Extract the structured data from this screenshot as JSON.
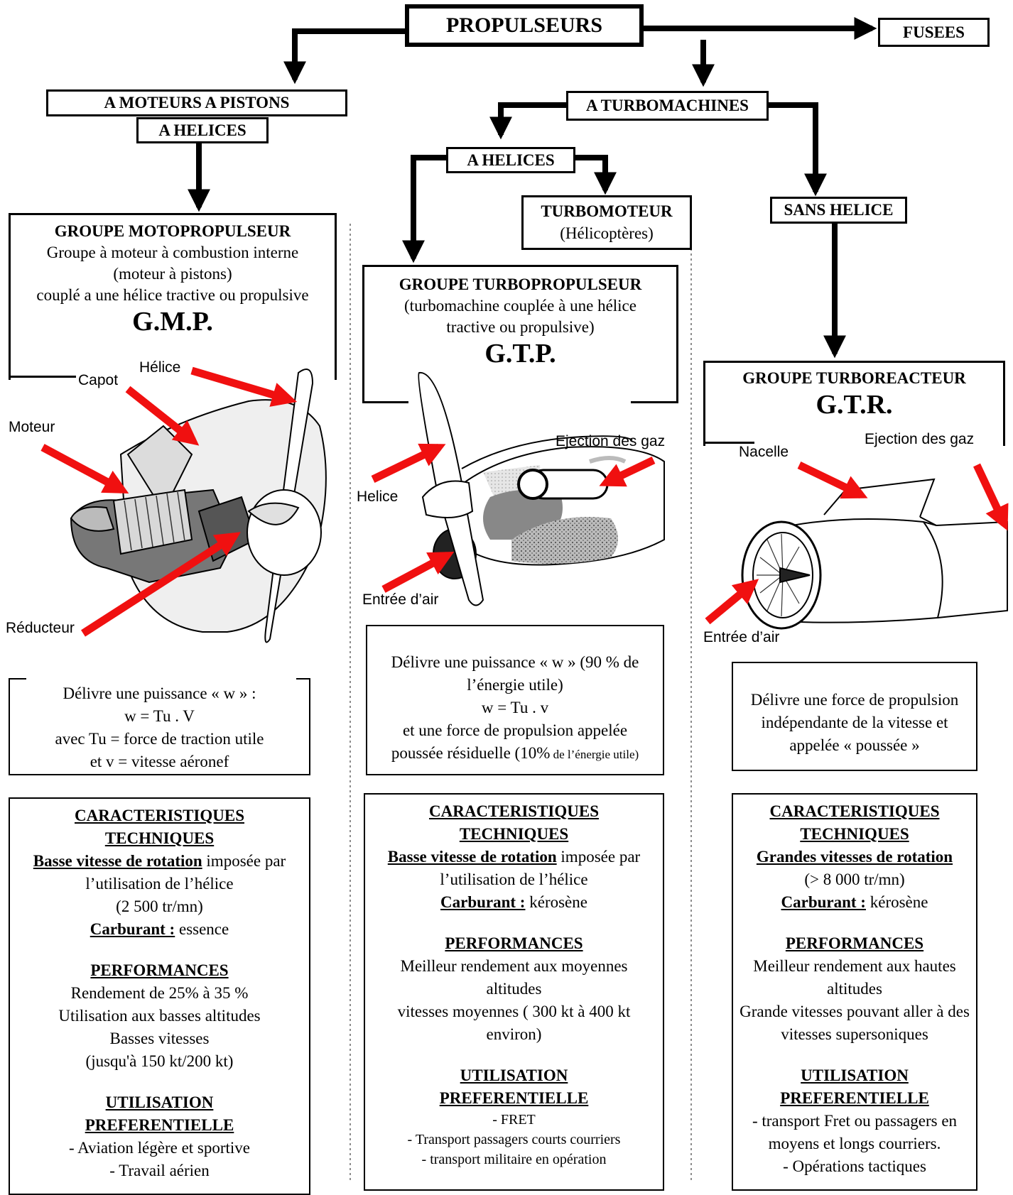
{
  "root": {
    "title": "PROPULSEURS",
    "rockets": "FUSEES"
  },
  "piston": {
    "title_line1": "A MOTEURS A PISTONS",
    "title_line2": "A HELICES",
    "group_title": "GROUPE MOTOPROPULSEUR",
    "desc1": "Groupe à moteur à combustion interne",
    "desc2": "(moteur à pistons)",
    "desc3": "couplé a une hélice tractive ou propulsive",
    "abbr": "G.M.P.",
    "labels": {
      "capot": "Capot",
      "helice": "Hélice",
      "moteur": "Moteur",
      "reducteur": "Réducteur"
    },
    "power": [
      "Délivre une puissance « w » :",
      "w = Tu . V",
      "avec Tu = force de traction utile",
      "et v = vitesse aéronef"
    ],
    "tech_heading": "CARACTERISTIQUES TECHNIQUES",
    "tech_rot_bold": "Basse vitesse de rotation",
    "tech_rot_rest": " imposée par l’utilisation de l’hélice",
    "tech_rpm": "(2 500 tr/mn)",
    "fuel_label": "Carburant :",
    "fuel_value": " essence",
    "perf_heading": "PERFORMANCES",
    "perf": [
      "Rendement de 25% à 35 %",
      "Utilisation aux basses altitudes",
      "Basses vitesses",
      "(jusqu'à 150 kt/200 kt)"
    ],
    "use_heading_1": "UTILISATION",
    "use_heading_2": "PREFERENTIELLE",
    "use": [
      "- Aviation légère et sportive",
      "- Travail aérien"
    ]
  },
  "turbo": {
    "title": "A TURBOMACHINES",
    "helices": "A HELICES",
    "turbomoteur": "TURBOMOTEUR",
    "turbomoteur_sub": "(Hélicoptères)",
    "sans_helice": "SANS HELICE"
  },
  "gtp": {
    "group_title": "GROUPE TURBOPROPULSEUR",
    "desc1": "(turbomachine couplée à une hélice",
    "desc2": "tractive ou propulsive)",
    "abbr": "G.T.P.",
    "labels": {
      "ejection": "Ejection des gaz",
      "helice": "Helice",
      "entree": "Entrée d’air"
    },
    "power1": "Délivre une puissance « w » (90 % de l’énergie utile)",
    "power2": "w = Tu . v",
    "power3": "et une force de propulsion appelée",
    "power4a": "poussée résiduelle (10%",
    "power4b": " de l’énergie utile)",
    "tech_heading_1": "CARACTERISTIQUES",
    "tech_heading_2": "TECHNIQUES",
    "tech_rot_bold": "Basse vitesse de rotation",
    "tech_rot_rest": " imposée par l’utilisation de l’hélice",
    "fuel_label": "Carburant :",
    "fuel_value": " kérosène",
    "perf_heading": "PERFORMANCES",
    "perf1": "Meilleur rendement aux moyennes altitudes",
    "perf2": "vitesses moyennes ( 300 kt à 400 kt environ)",
    "use_heading_1": "UTILISATION",
    "use_heading_2": "PREFERENTIELLE",
    "use": [
      "- FRET",
      "- Transport passagers courts courriers",
      "- transport militaire  en opération"
    ]
  },
  "gtr": {
    "group_title": "GROUPE TURBOREACTEUR",
    "abbr": "G.T.R.",
    "labels": {
      "nacelle": "Nacelle",
      "ejection": "Ejection des gaz",
      "entree": "Entrée d’air"
    },
    "power": "Délivre une force de propulsion indépendante de la vitesse et appelée « poussée »",
    "tech_heading_1": "CARACTERISTIQUES",
    "tech_heading_2": "TECHNIQUES",
    "tech_rot_bold": "Grandes vitesses de rotation",
    "tech_rpm": "(> 8 000 tr/mn)",
    "fuel_label": "Carburant :",
    "fuel_value": " kérosène",
    "perf_heading": "PERFORMANCES",
    "perf1": "Meilleur rendement aux hautes altitudes",
    "perf2": "Grande vitesses pouvant aller à des vitesses supersoniques",
    "use_heading_1": "UTILISATION",
    "use_heading_2": "PREFERENTIELLE",
    "use": [
      "- transport Fret ou passagers en moyens et longs courriers.",
      "- Opérations tactiques"
    ]
  },
  "colors": {
    "arrow": "#f01010",
    "line": "#000000"
  }
}
